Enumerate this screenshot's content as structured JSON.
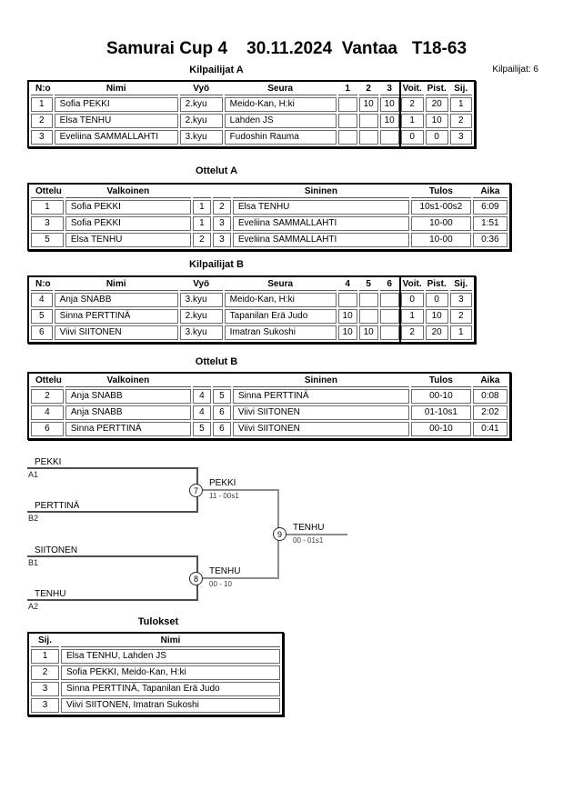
{
  "title": "Samurai Cup 4    30.11.2024  Vantaa   T18-63",
  "competitors_count": "Kilpailijat: 6",
  "sections": {
    "kilpailijat_a_title": "Kilpailijat A",
    "ottelut_a_title": "Ottelut A",
    "kilpailijat_b_title": "Kilpailijat B",
    "ottelut_b_title": "Ottelut B",
    "tulokset_title": "Tulokset"
  },
  "kilpailijat_a": {
    "headers": [
      "N:o",
      "Nimi",
      "Vyö",
      "Seura",
      "1",
      "2",
      "3",
      "Voit.",
      "Pist.",
      "Sij."
    ],
    "rows": [
      [
        "1",
        "Sofia PEKKI",
        "2.kyu",
        "Meido-Kan, H:ki",
        "",
        "10",
        "10",
        "2",
        "20",
        "1"
      ],
      [
        "2",
        "Elsa TENHU",
        "2.kyu",
        "Lahden JS",
        "",
        "",
        "10",
        "1",
        "10",
        "2"
      ],
      [
        "3",
        "Eveliina SAMMALLAHTI",
        "3.kyu",
        "Fudoshin Rauma",
        "",
        "",
        "",
        "0",
        "0",
        "3"
      ]
    ]
  },
  "ottelut_a": {
    "headers": [
      "Ottelu",
      "Valkoinen",
      "",
      "",
      "Sininen",
      "Tulos",
      "Aika"
    ],
    "rows": [
      [
        "1",
        "Sofia PEKKI",
        "1",
        "2",
        "Elsa TENHU",
        "10s1-00s2",
        "6:09"
      ],
      [
        "3",
        "Sofia PEKKI",
        "1",
        "3",
        "Eveliina SAMMALLAHTI",
        "10-00",
        "1:51"
      ],
      [
        "5",
        "Elsa TENHU",
        "2",
        "3",
        "Eveliina SAMMALLAHTI",
        "10-00",
        "0:36"
      ]
    ]
  },
  "kilpailijat_b": {
    "headers": [
      "N:o",
      "Nimi",
      "Vyö",
      "Seura",
      "4",
      "5",
      "6",
      "Voit.",
      "Pist.",
      "Sij."
    ],
    "rows": [
      [
        "4",
        "Anja SNABB",
        "3.kyu",
        "Meido-Kan, H:ki",
        "",
        "",
        "",
        "0",
        "0",
        "3"
      ],
      [
        "5",
        "Sinna PERTTINÄ",
        "2.kyu",
        "Tapanilan Erä Judo",
        "10",
        "",
        "",
        "1",
        "10",
        "2"
      ],
      [
        "6",
        "Viivi SIITONEN",
        "3.kyu",
        "Imatran Sukoshi",
        "10",
        "10",
        "",
        "2",
        "20",
        "1"
      ]
    ]
  },
  "ottelut_b": {
    "headers": [
      "Ottelu",
      "Valkoinen",
      "",
      "",
      "Sininen",
      "Tulos",
      "Aika"
    ],
    "rows": [
      [
        "2",
        "Anja SNABB",
        "4",
        "5",
        "Sinna PERTTINÄ",
        "00-10",
        "0:08"
      ],
      [
        "4",
        "Anja SNABB",
        "4",
        "6",
        "Viivi SIITONEN",
        "01-10s1",
        "2:02"
      ],
      [
        "6",
        "Sinna PERTTINÄ",
        "5",
        "6",
        "Viivi SIITONEN",
        "00-10",
        "0:41"
      ]
    ]
  },
  "bracket": {
    "slots": [
      {
        "name": "PEKKI",
        "seed": "A1"
      },
      {
        "name": "PERTTINÄ",
        "seed": "B2"
      },
      {
        "name": "SIITONEN",
        "seed": "B1"
      },
      {
        "name": "TENHU",
        "seed": "A2"
      }
    ],
    "matches": [
      {
        "number": "7",
        "winner": "PEKKI",
        "score": "11 - 00s1"
      },
      {
        "number": "8",
        "winner": "TENHU",
        "score": "00 - 10"
      },
      {
        "number": "9",
        "winner": "TENHU",
        "score": "00 - 01s1"
      }
    ]
  },
  "tulokset": {
    "headers": [
      "Sij.",
      "Nimi"
    ],
    "rows": [
      [
        "1",
        "Elsa TENHU, Lahden JS"
      ],
      [
        "2",
        "Sofia PEKKI, Meido-Kan, H:ki"
      ],
      [
        "3",
        "Sinna PERTTINÄ, Tapanilan Erä Judo"
      ],
      [
        "3",
        "Viivi SIITONEN, Imatran Sukoshi"
      ]
    ]
  }
}
